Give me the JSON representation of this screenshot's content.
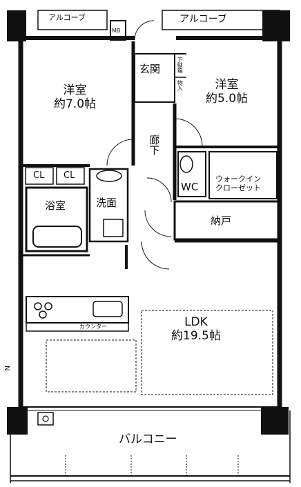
{
  "rooms": {
    "alcove_left": "アルコーブ",
    "alcove_right": "アルコーブ",
    "mb": "MB",
    "entrance": "玄関",
    "shoe_box": "下駄箱",
    "storage_small": "物入",
    "western_room_1": {
      "name": "洋室",
      "size": "約7.0帖"
    },
    "western_room_2": {
      "name": "洋室",
      "size": "約5.0帖"
    },
    "corridor": "廊下",
    "closet_1": "CL",
    "closet_2": "CL",
    "bathroom": "浴室",
    "washroom": "洗面",
    "toilet": "WC",
    "walk_in_closet": {
      "line1": "ウォークイン",
      "line2": "クローゼット"
    },
    "storeroom": "納戸",
    "counter": "カウンター",
    "ldk": {
      "name": "LDK",
      "size": "約19.5帖"
    },
    "balcony": "バルコニー"
  },
  "orientation_mark": "N",
  "colors": {
    "wall": "#111111",
    "line": "#222222",
    "background": "#ffffff"
  }
}
